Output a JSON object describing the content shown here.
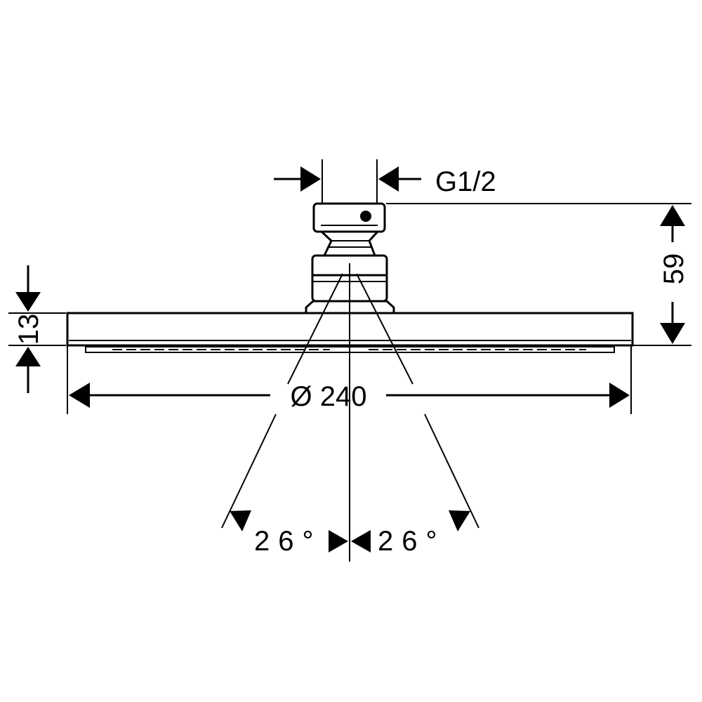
{
  "dimensions": {
    "thread": "G1/2",
    "height_total": "59",
    "plate_thickness": "13",
    "diameter": "Ø 240",
    "angle_left": "26°",
    "angle_right": "26°"
  }
}
